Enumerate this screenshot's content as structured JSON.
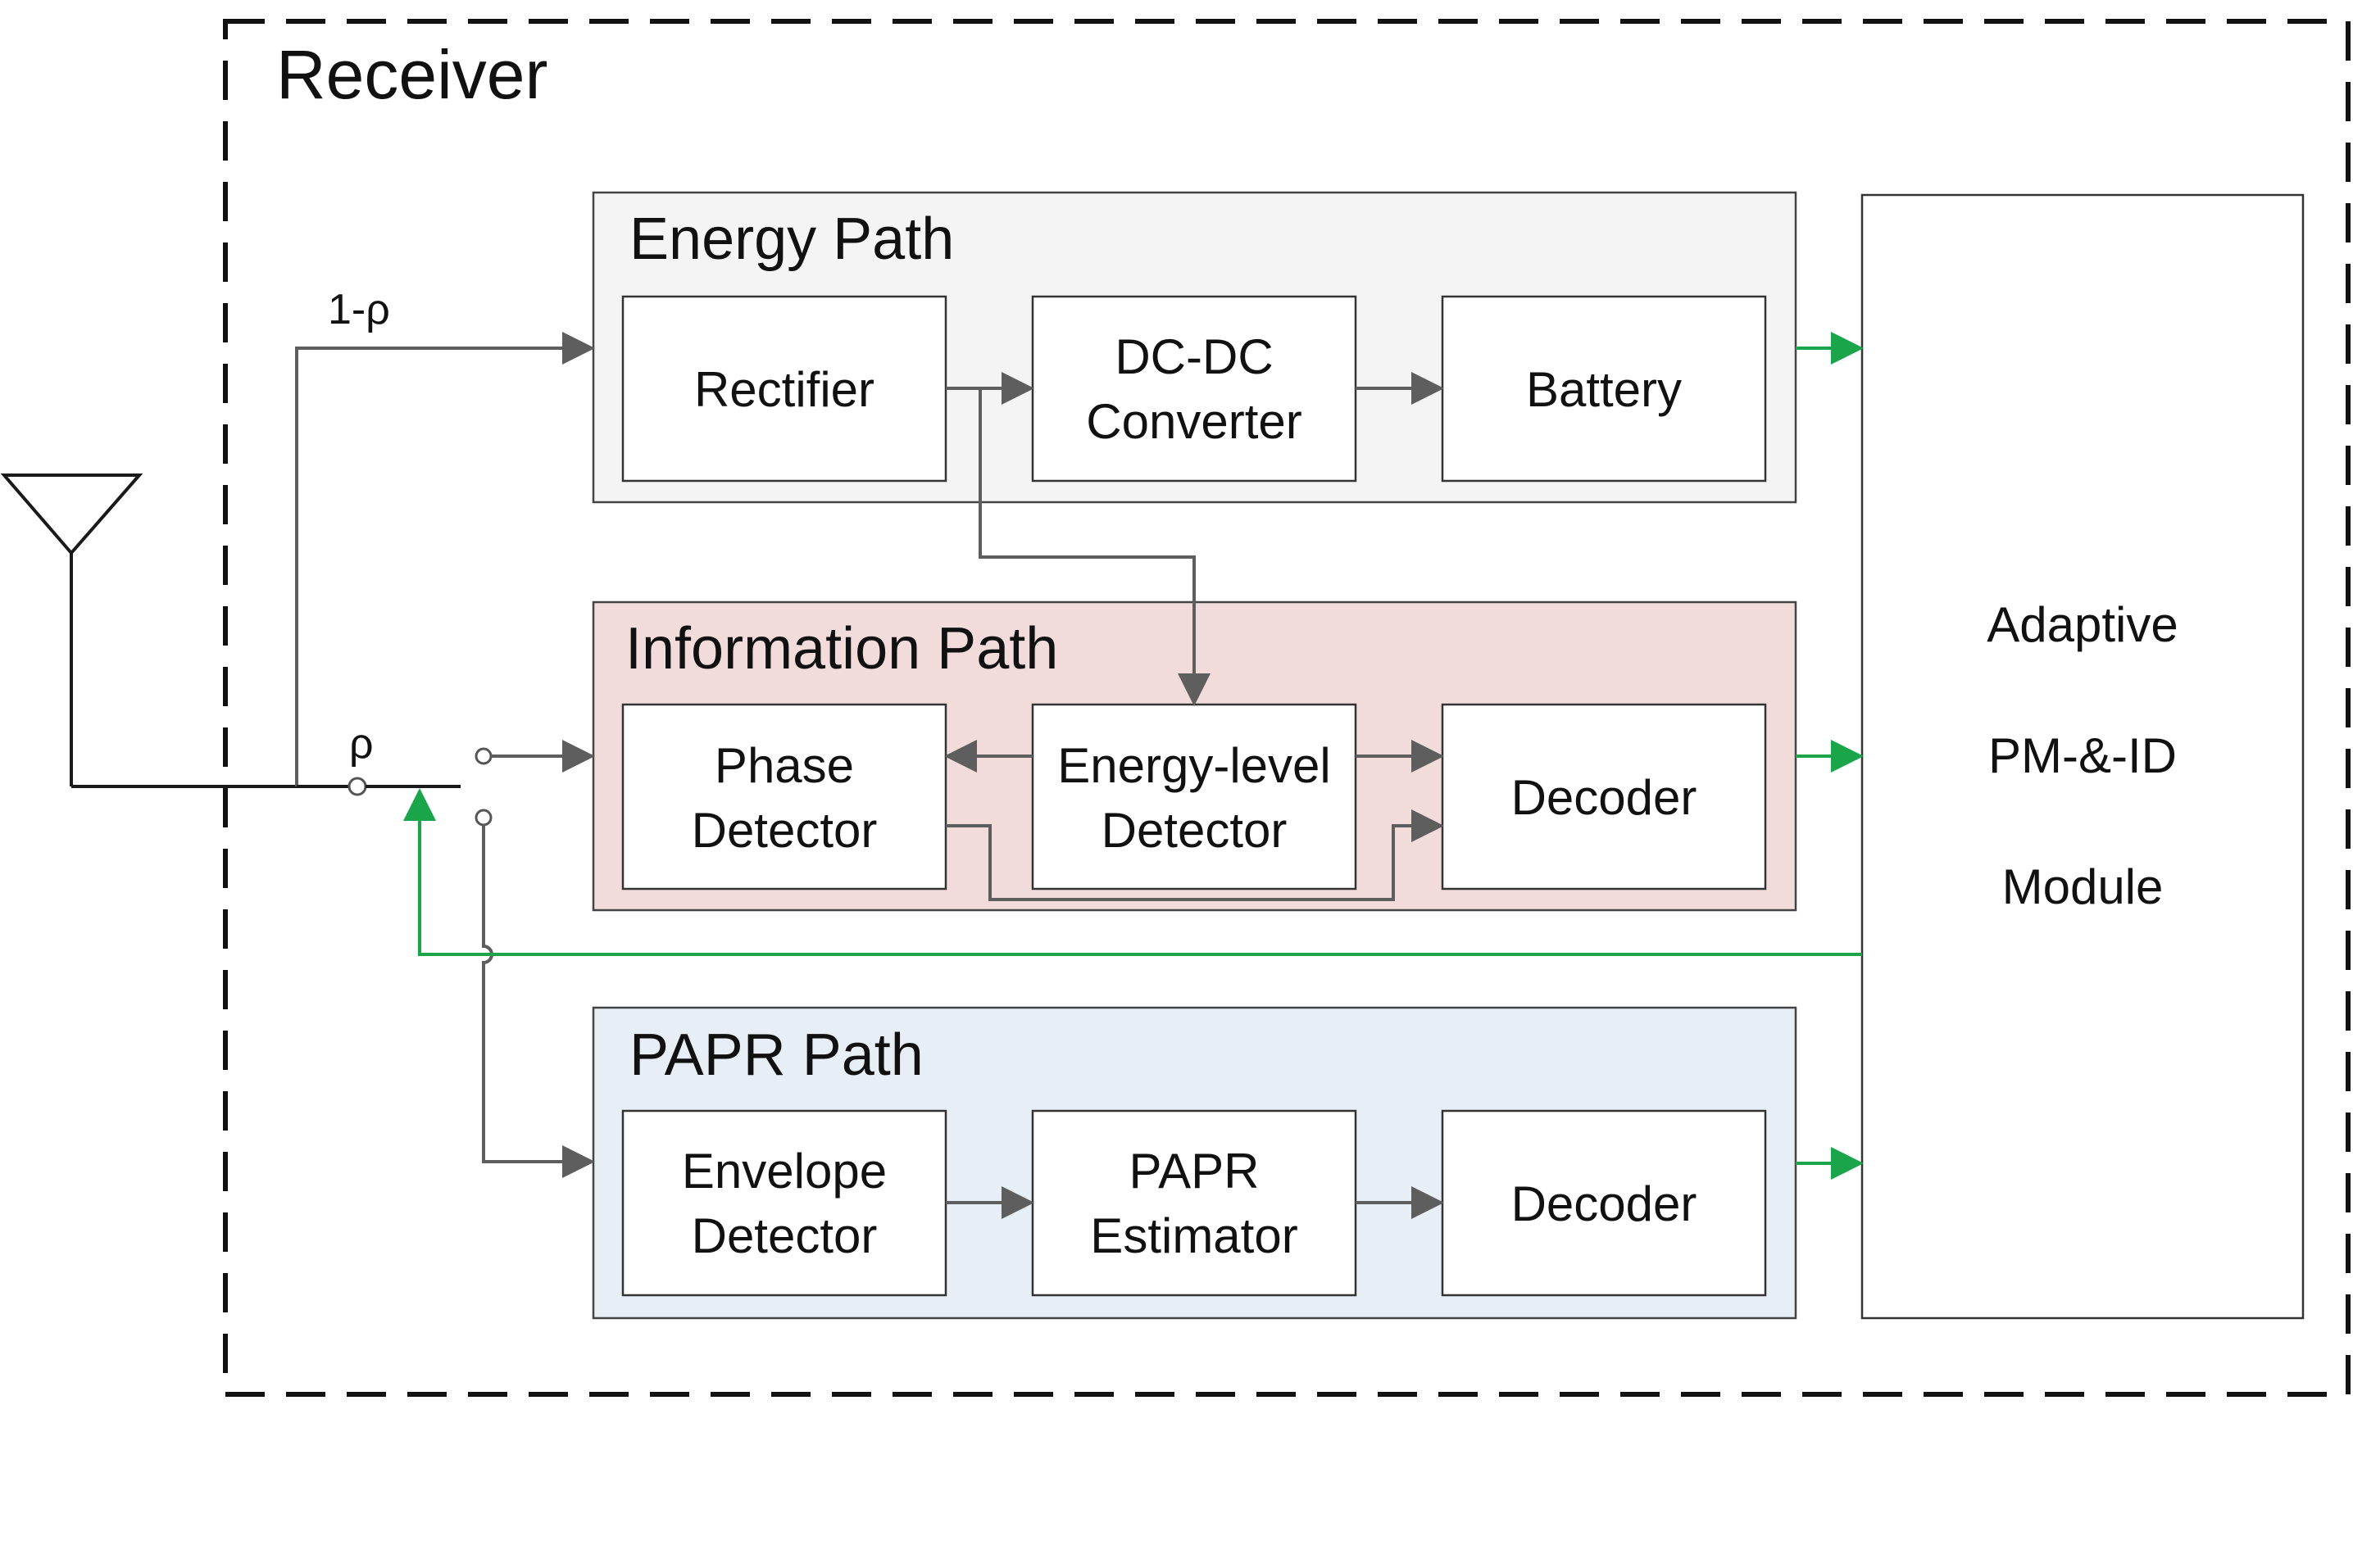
{
  "receiver": {
    "title": "Receiver"
  },
  "split": {
    "energy_ratio": "1-ρ",
    "info_ratio": "ρ"
  },
  "energy_path": {
    "title": "Energy Path",
    "blocks": [
      {
        "lines": [
          "Rectifier"
        ]
      },
      {
        "lines": [
          "DC-DC",
          "Converter"
        ]
      },
      {
        "lines": [
          "Battery"
        ]
      }
    ]
  },
  "information_path": {
    "title": "Information Path",
    "blocks": [
      {
        "lines": [
          "Phase",
          "Detector"
        ]
      },
      {
        "lines": [
          "Energy-level",
          "Detector"
        ]
      },
      {
        "lines": [
          "Decoder"
        ]
      }
    ]
  },
  "papr_path": {
    "title": "PAPR Path",
    "blocks": [
      {
        "lines": [
          "Envelope",
          "Detector"
        ]
      },
      {
        "lines": [
          "PAPR",
          "Estimator"
        ]
      },
      {
        "lines": [
          "Decoder"
        ]
      }
    ]
  },
  "module": {
    "lines": [
      "Adaptive",
      "PM-&-ID",
      "Module"
    ]
  },
  "colors": {
    "energy_panel": "#f4f4f4",
    "information_panel": "#f2dcdb",
    "papr_panel": "#e8eef5",
    "feedback": "#1aa54b",
    "connector": "#5e5e5e"
  }
}
